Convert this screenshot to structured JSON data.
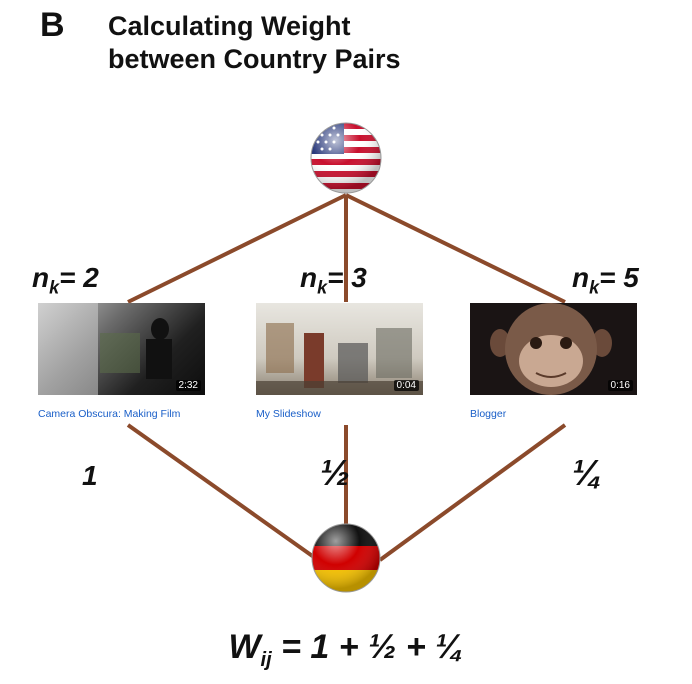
{
  "panel_letter": "B",
  "title_lines": [
    "Calculating Weight",
    "between Country Pairs"
  ],
  "nodes": {
    "top_flag": "usa-flag-icon",
    "bottom_flag": "germany-flag-icon"
  },
  "videos": [
    {
      "nk_label": "n",
      "nk_sub": "k",
      "nk_value": "= 2",
      "caption": "Camera Obscura: Making Film",
      "duration": "2:32",
      "weight": "1"
    },
    {
      "nk_label": "n",
      "nk_sub": "k",
      "nk_value": "= 3",
      "caption": "My Slideshow",
      "duration": "0:04",
      "weight": "½"
    },
    {
      "nk_label": "n",
      "nk_sub": "k",
      "nk_value": "= 5",
      "caption": "Blogger",
      "duration": "0:16",
      "weight": "¼"
    }
  ],
  "formula": {
    "lhs": "W",
    "sub": "ij",
    "rhs": " = 1 + ½ + ¼"
  },
  "colors": {
    "edge": "#8b4a2b",
    "caption": "#1a5fc8"
  }
}
